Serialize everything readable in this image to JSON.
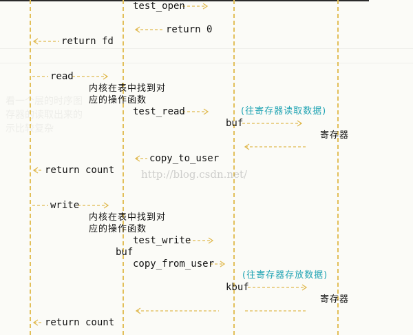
{
  "open_section": {
    "test_open": "test_open",
    "return_0": "return 0",
    "return_fd": "return fd"
  },
  "read_section": {
    "read": "read",
    "kernel_note": [
      "内核在表中找到对",
      "应的操作函数"
    ],
    "test_read": "test_read",
    "register_note": "(往寄存器读取数据)",
    "buf": "buf",
    "register": "寄存器",
    "copy_to_user": "copy_to_user",
    "return_count": "return count"
  },
  "write_section": {
    "write": "write",
    "kernel_note": [
      "内核在表中找到对",
      "应的操作函数"
    ],
    "test_write": "test_write",
    "buf": "buf",
    "copy_from_user": "copy_from_user",
    "register_note": "(往寄存器存放数据)",
    "kbuf": "kbuf",
    "register": "寄存器",
    "return_count": "return count"
  },
  "watermark": "http://blog.csdn.net/",
  "colors": {
    "arrow": "#e0b94f",
    "note": "#1fa3b3",
    "text": "#121212"
  }
}
